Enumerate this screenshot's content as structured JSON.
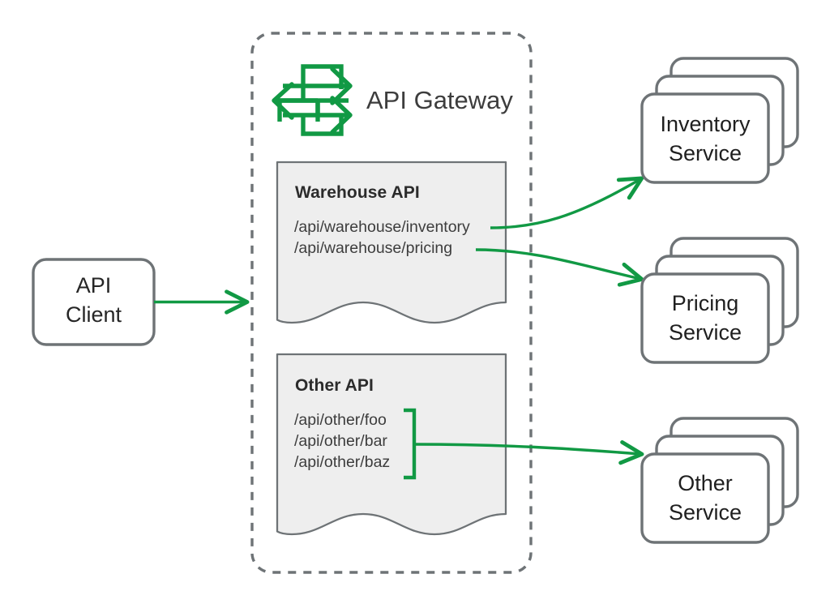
{
  "diagram": {
    "title": "API Gateway routing diagram",
    "colors": {
      "accent_green": "#119944",
      "border_gray": "#6e7376",
      "card_fill": "#eeeeee",
      "text_dark": "#3d3d3d",
      "background": "#ffffff"
    }
  },
  "client": {
    "line1": "API",
    "line2": "Client",
    "name": "API Client"
  },
  "gateway": {
    "title": "API Gateway",
    "icon": "api-gateway-icon",
    "apis": [
      {
        "title": "Warehouse API",
        "paths": [
          "/api/warehouse/inventory",
          "/api/warehouse/pricing"
        ]
      },
      {
        "title": "Other API",
        "paths": [
          "/api/other/foo",
          "/api/other/bar",
          "/api/other/baz"
        ]
      }
    ]
  },
  "services": [
    {
      "line1": "Inventory",
      "line2": "Service",
      "name": "Inventory Service"
    },
    {
      "line1": "Pricing",
      "line2": "Service",
      "name": "Pricing Service"
    },
    {
      "line1": "Other",
      "line2": "Service",
      "name": "Other Service"
    }
  ],
  "connections": [
    {
      "from": "API Client",
      "to": "API Gateway",
      "style": "straight-arrow"
    },
    {
      "from": "/api/warehouse/inventory",
      "to": "Inventory Service",
      "style": "curved-arrow"
    },
    {
      "from": "/api/warehouse/pricing",
      "to": "Pricing Service",
      "style": "curved-arrow"
    },
    {
      "from": "Other API paths",
      "to": "Other Service",
      "style": "bracket-arrow"
    }
  ]
}
